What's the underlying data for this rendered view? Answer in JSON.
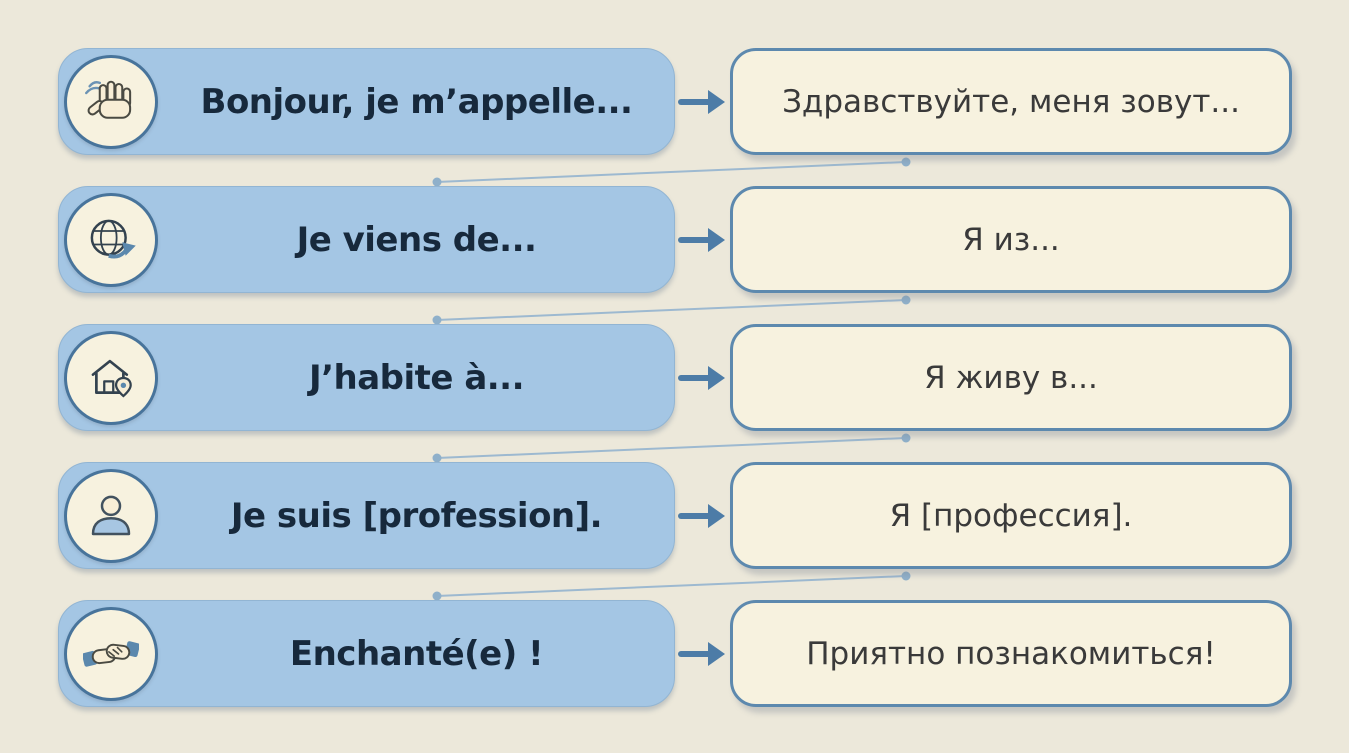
{
  "title": "French to Russian introduction phrases",
  "colors": {
    "background": "#ece8da",
    "pill_fill": "#a4c6e4",
    "pill_text": "#17293c",
    "box_fill": "#f7f2df",
    "box_border": "#5d89ae",
    "box_text": "#3a3a3a",
    "arrow": "#4d7ca7",
    "connector": "#9db9d0",
    "icon_circle_fill": "#f7f2df",
    "icon_circle_border": "#48749b"
  },
  "rows": [
    {
      "icon": "waving-hand-icon",
      "french": "Bonjour, je m’appelle...",
      "russian": "Здравствуйте, меня зовут..."
    },
    {
      "icon": "globe-arrow-icon",
      "french": "Je viens de...",
      "russian": "Я из..."
    },
    {
      "icon": "house-location-icon",
      "french": "J’habite à...",
      "russian": "Я живу в..."
    },
    {
      "icon": "person-icon",
      "french": "Je suis [profession].",
      "russian": "Я [профессия]."
    },
    {
      "icon": "handshake-icon",
      "french": "Enchanté(e) !",
      "russian": "Приятно познакомиться!"
    }
  ]
}
